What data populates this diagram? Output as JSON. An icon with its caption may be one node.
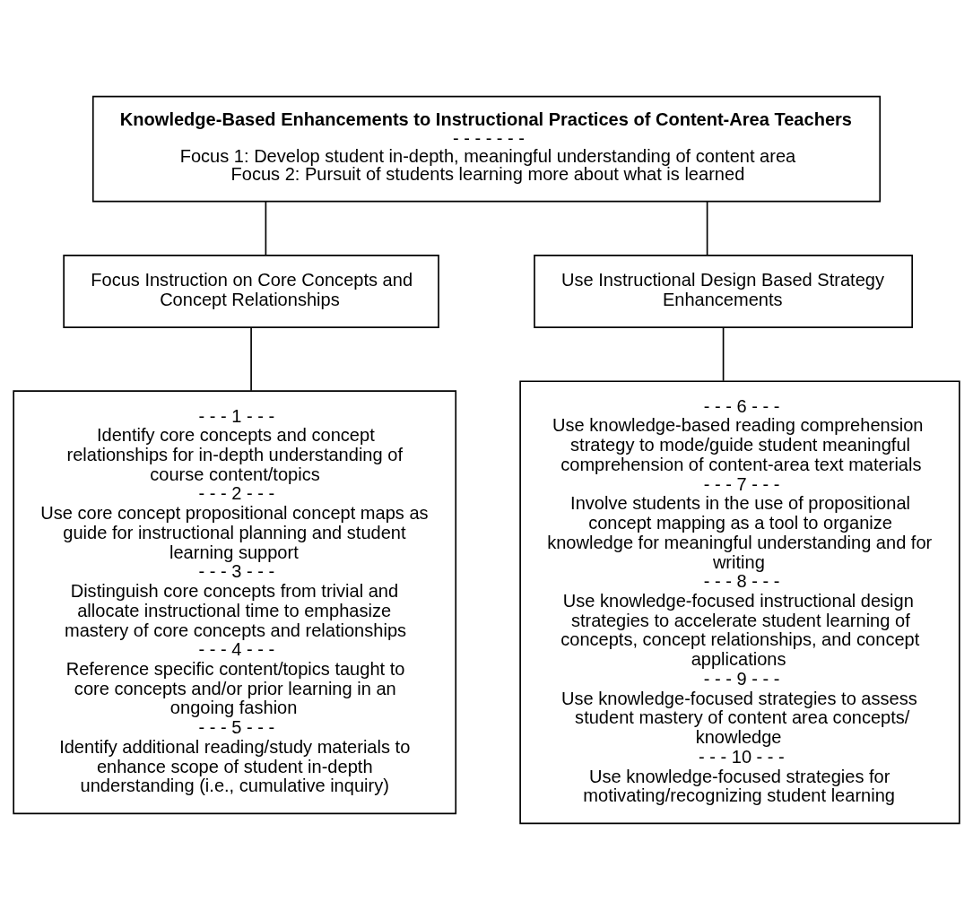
{
  "diagram": {
    "nodes": [
      {
        "text": [
          "Knowledge-Based Enhancements to Instructional Practices of Content-Area Teachers",
          "- - - - - - -",
          "Focus 1: Develop student in-depth, meaningful understanding of content area",
          "Focus 2: Pursuit of students learning more about what is learned"
        ]
      },
      {
        "text": [
          "Focus Instruction on Core Concepts and Concept Relationships"
        ]
      },
      {
        "text": [
          "Use Instructional Design Based Strategy Enhancements"
        ]
      },
      {
        "text": [
          "- - - 1 - - -",
          "Identify core concepts and concept relationships for in-depth understanding of course content/topics",
          "- - - 2 - - -",
          "Use core concept propositional concept maps as guide for instructional planning and student learning support",
          "- - - 3 - - -",
          "Distinguish core concepts from trivial and allocate instructional time to emphasize mastery of core concepts and relationships",
          "- - - 4 - - -",
          "Reference specific content/topics taught to core concepts and/or prior learning in an ongoing fashion",
          "- - - 5 - - -",
          "Identify additional reading/study materials to enhance scope of student in-depth understanding (i.e., cumulative inquiry)"
        ]
      },
      {
        "text": [
          "- - - 6 - - -",
          "Use knowledge-based reading comprehension strategy to mode/guide student meaningful comprehension of content-area text materials",
          "- - - 7 - - -",
          "Involve students in the use of propositional concept mapping as a tool to organize knowledge for meaningful understanding and for writing",
          "- - - 8 - - -",
          "Use knowledge-focused instructional design strategies to accelerate student learning of concepts, concept relationships, and concept applications",
          "- - - 9 - - -",
          "Use knowledge-focused strategies to assess student mastery of content area concepts/ knowledge",
          "- - - 10 - - -",
          "Use knowledge-focused strategies for motivating/recognizing student learning"
        ]
      }
    ],
    "edges": [
      {
        "from": 0,
        "to": 1,
        "arrow": "none"
      },
      {
        "from": 0,
        "to": 2,
        "arrow": "none"
      },
      {
        "from": 1,
        "to": 3,
        "arrow": "none"
      },
      {
        "from": 2,
        "to": 4,
        "arrow": "none"
      }
    ]
  }
}
